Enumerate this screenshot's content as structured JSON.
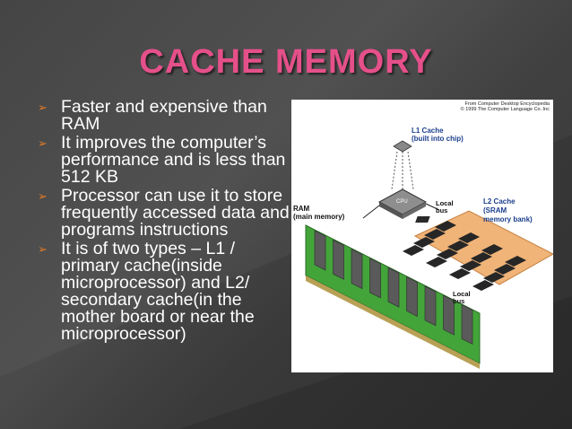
{
  "title": "CACHE MEMORY",
  "bullets": [
    "Faster and expensive than RAM",
    "It improves the computer’s performance and is less than 512 KB",
    "Processor can use it to store frequently accessed data and programs instructions",
    "It is of two types – L1 / primary cache(inside microprocessor) and L2/ secondary cache(in the mother board or near the microprocessor)"
  ],
  "figure": {
    "caption_line1": "From Computer Desktop Encyclopedia",
    "caption_line2": "© 1999 The Computer Language Co. Inc",
    "l1_label": "L1 Cache",
    "l1_sub": "(built into chip)",
    "cpu_label": "CPU",
    "ram_label": "RAM",
    "ram_sub": "(main memory)",
    "local_bus_1a": "Local",
    "local_bus_1b": "bus",
    "l2_label": "L2 Cache",
    "l2_sub1": "(SRAM",
    "l2_sub2": "memory bank)",
    "local_bus_2a": "Local",
    "local_bus_2b": "bus"
  },
  "colors": {
    "title": "#e5508a",
    "bullet_arrow": "#e07b2a",
    "figure_label": "#1a3e8c"
  }
}
